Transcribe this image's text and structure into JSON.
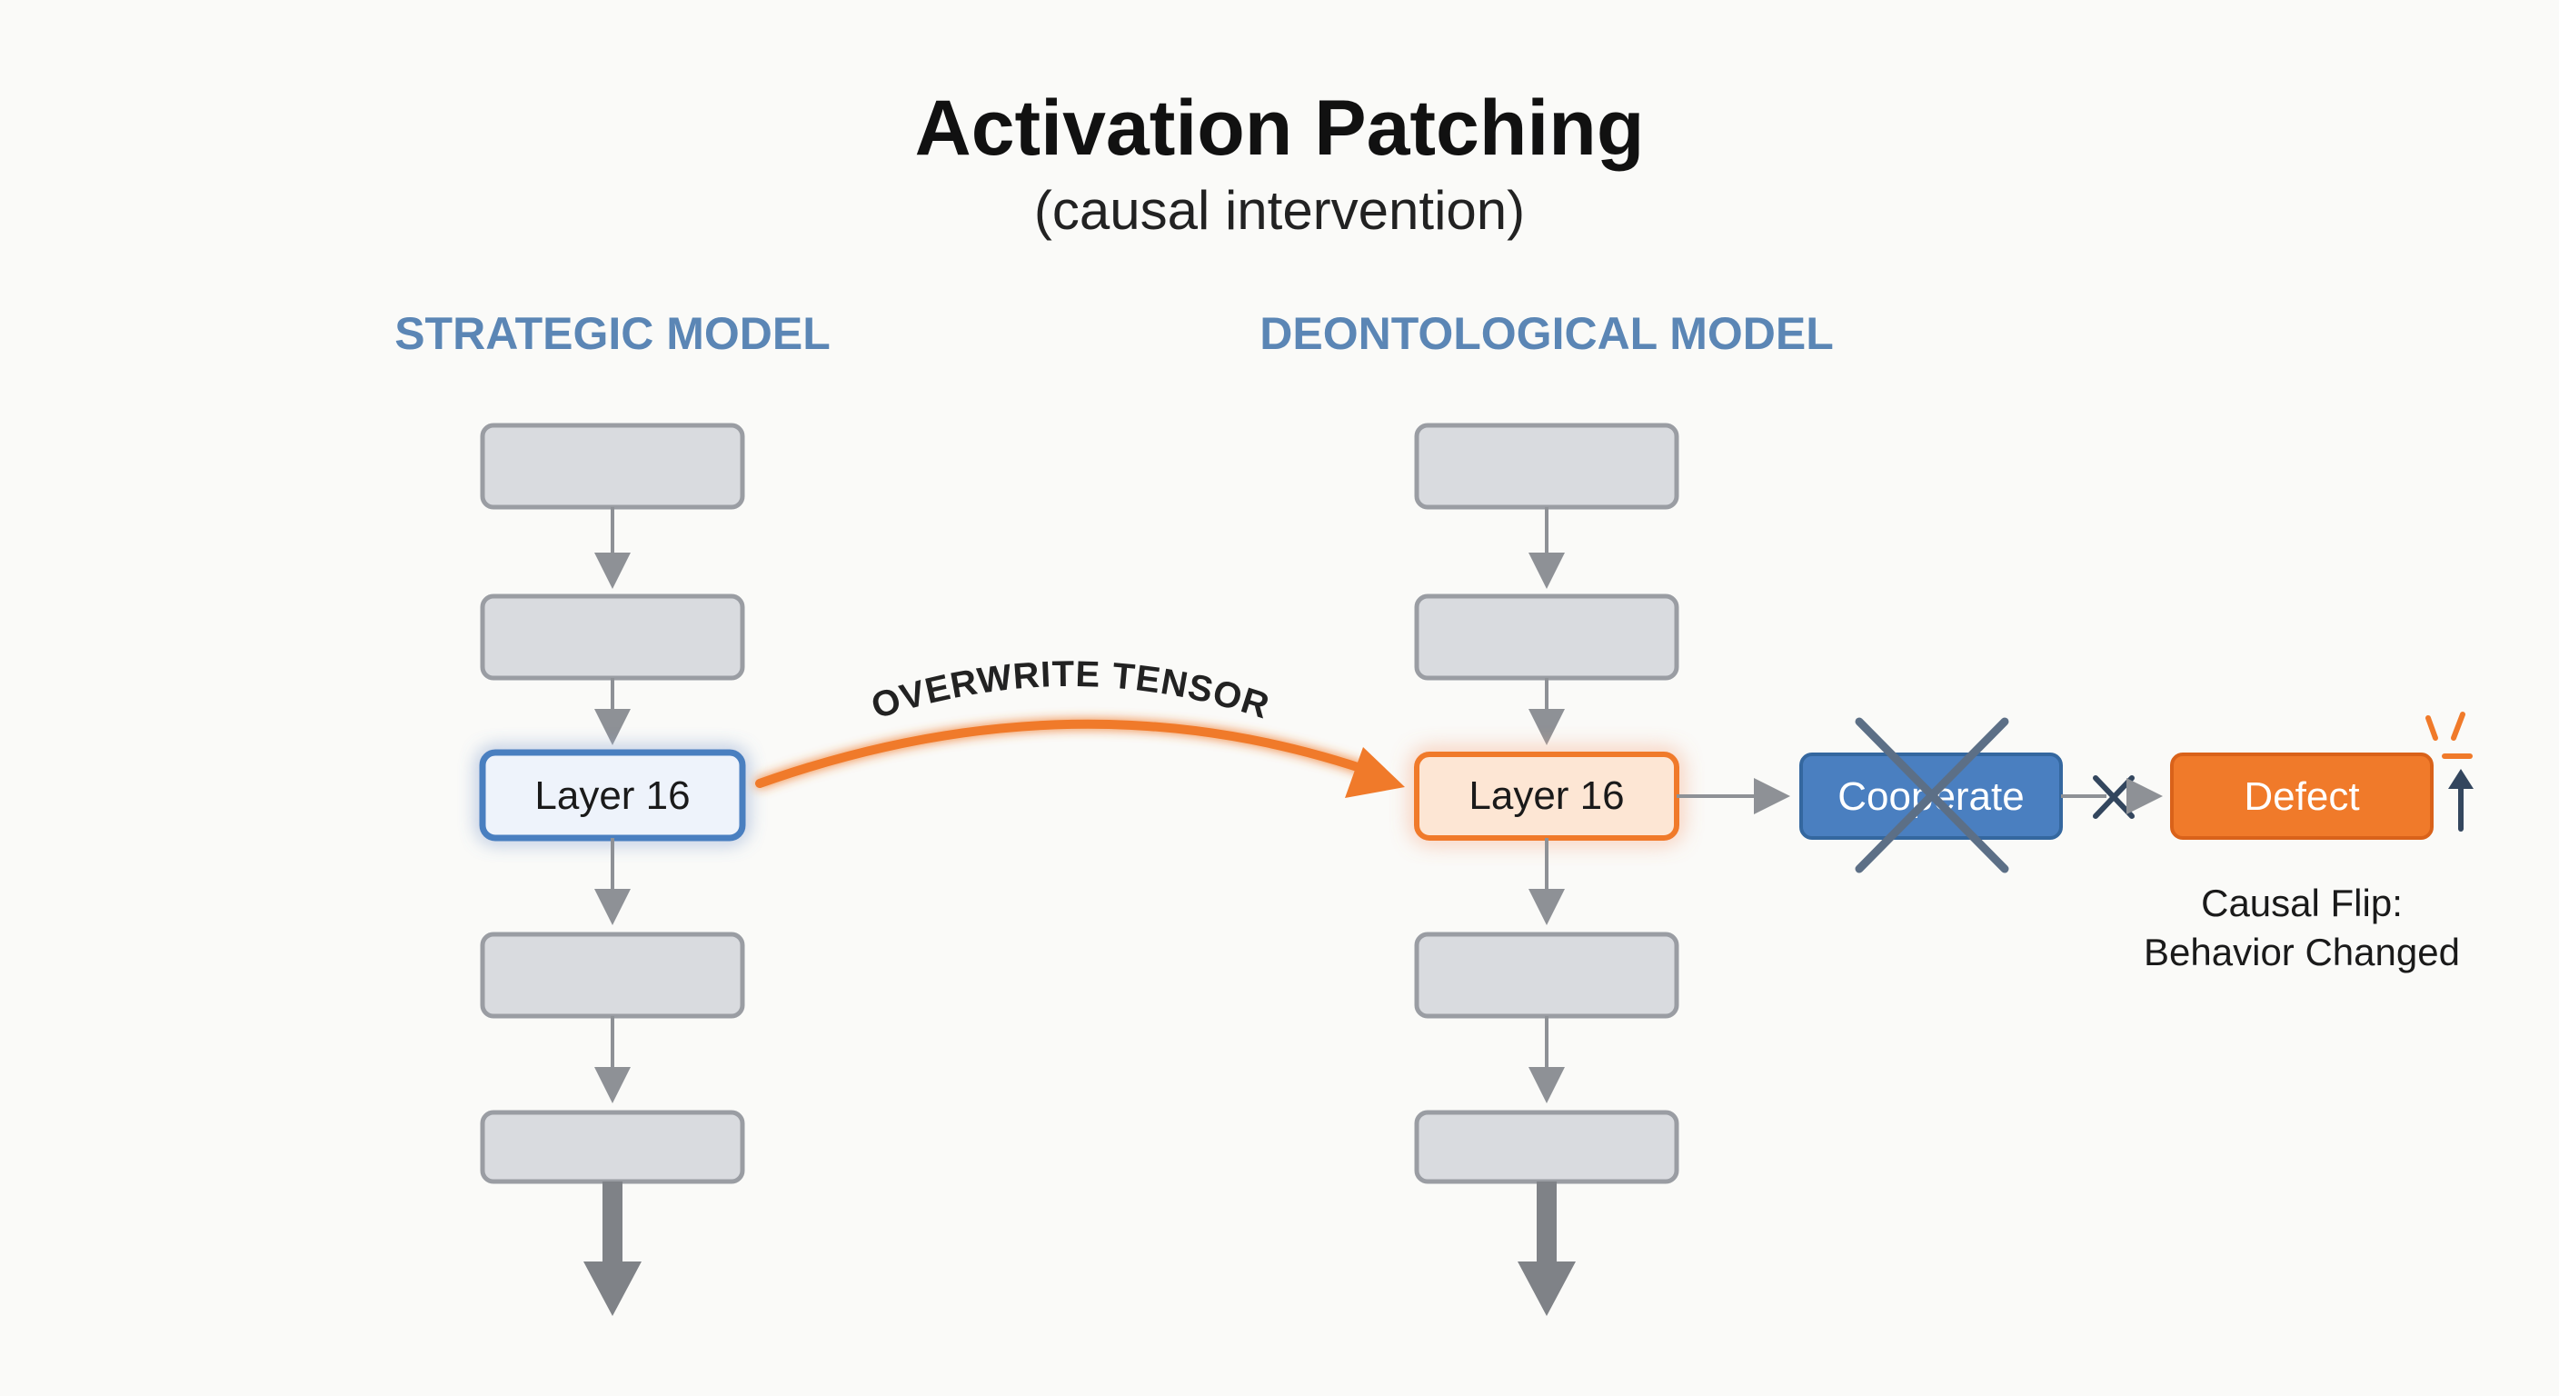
{
  "title": "Activation Patching",
  "subtitle": "(causal intervention)",
  "left_model": {
    "heading": "STRATEGIC MODEL",
    "highlighted_layer_label": "Layer 16"
  },
  "right_model": {
    "heading": "DEONTOLOGICAL MODEL",
    "highlighted_layer_label": "Layer 16"
  },
  "patch_arrow": {
    "label": "OVERWRITE TENSOR"
  },
  "outcome": {
    "original_label": "Cooperate",
    "new_label": "Defect",
    "note_line1": "Causal Flip:",
    "note_line2": "Behavior Changed"
  },
  "colors": {
    "blue_accent": "#4a7fc0",
    "orange_accent": "#f07a2a",
    "block_fill": "#d9dbdf",
    "block_stroke": "#9a9da3",
    "arrow_gray": "#8e9196",
    "cross_gray": "#5c6f86"
  }
}
